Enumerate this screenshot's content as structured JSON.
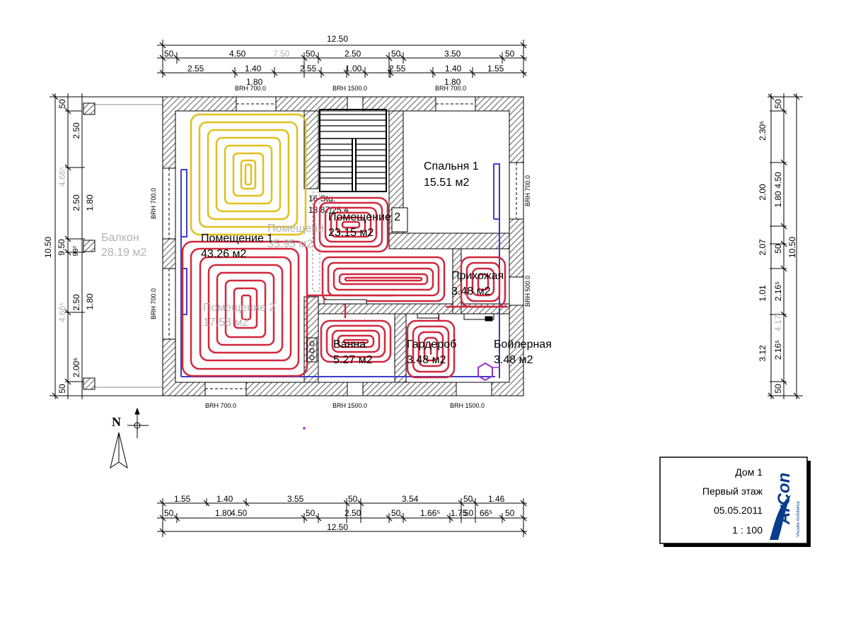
{
  "colors": {
    "wall_hatch": "#333333",
    "heating_red": "#d0283e",
    "heating_yellow": "#e0c01c",
    "manifold_blue": "#3c3cc8",
    "grey_label": "#b3b3b3",
    "boiler_purple": "#9b30c8"
  },
  "dimensions": {
    "top": {
      "total": "12.50",
      "row1": [
        "50",
        "4.50",
        "7.50",
        "50",
        "2.50",
        "50",
        "3.50",
        "50"
      ],
      "row2": [
        "2.55",
        "1.40",
        "2.55",
        "1.00",
        "2.55",
        "1.40",
        "1.55"
      ],
      "row2_over": [
        "1.80",
        "1.80"
      ]
    },
    "bottom": {
      "total": "12.50",
      "row1": [
        "1.55",
        "1.40",
        "3.55",
        "50",
        "3.54",
        "50",
        "1.46"
      ],
      "row2": [
        "50",
        "1.80",
        "4.50",
        "50",
        "2.50",
        "50",
        "1.66⁵",
        "1.75",
        "50",
        "66⁵",
        "50"
      ]
    },
    "left": {
      "total": "10.50",
      "mid": "9.50",
      "row": [
        "50",
        "2.50",
        "1.80",
        "2.50",
        "1.80",
        "2.00⁵",
        "50"
      ],
      "grey": [
        "4.66⁵",
        "4.66⁵"
      ],
      "balcony_offset": "99⁵"
    },
    "right": {
      "total": "10.50",
      "row1": [
        "50",
        "2.30⁵",
        "2.00",
        "2.07",
        "1.01",
        "3.12",
        "50"
      ],
      "row2": [
        "4.50",
        "1.80",
        "50",
        "2.16⁵",
        "4.17⁵",
        "2.16⁵"
      ]
    }
  },
  "windows": {
    "top": [
      "BRH 700.0",
      "BRH 1500.0",
      "BRH 700.0"
    ],
    "bottom": [
      "BRH 700.0",
      "BRH 1500.0",
      "BRH 1500.0"
    ],
    "left": [
      "BRH 700.0",
      "BRH 700.0"
    ],
    "right": [
      "BRH 700.0",
      "BRH 500.0"
    ]
  },
  "stair_label": [
    "16 Stg.",
    "18.87/25.4"
  ],
  "rooms": {
    "room1": {
      "name": "Помещение 1",
      "area": "43.26 м2"
    },
    "room2": {
      "name": "Помещение 2",
      "area": "23.15 м2"
    },
    "room2_ghost": {
      "name": "Помещение 2",
      "area": "17.58 м2"
    },
    "room_ghost_top": {
      "name": "Помещени",
      "area": "35.95 м2"
    },
    "bedroom": {
      "name": "Спальня 1",
      "area": "15.51 м2"
    },
    "kitchen": {
      "name": "Прихожая",
      "area": "3.48 м2"
    },
    "bath": {
      "name": "Ванна",
      "area": "5.27 м2"
    },
    "wardrobe": {
      "name": "Гардероб",
      "area": "3.48 м2"
    },
    "boiler": {
      "name": "Бойлерная",
      "area": "3.48 м2"
    },
    "balcony": {
      "name": "Балкон",
      "area": "28.19 м2"
    }
  },
  "title_block": {
    "project": "Дом 1",
    "floor": "Первый этаж",
    "date": "05.05.2011",
    "scale": "1 : 100",
    "logo_brand": "ArCon",
    "logo_tagline": "Visuelle Architektur"
  },
  "north_label": "N"
}
